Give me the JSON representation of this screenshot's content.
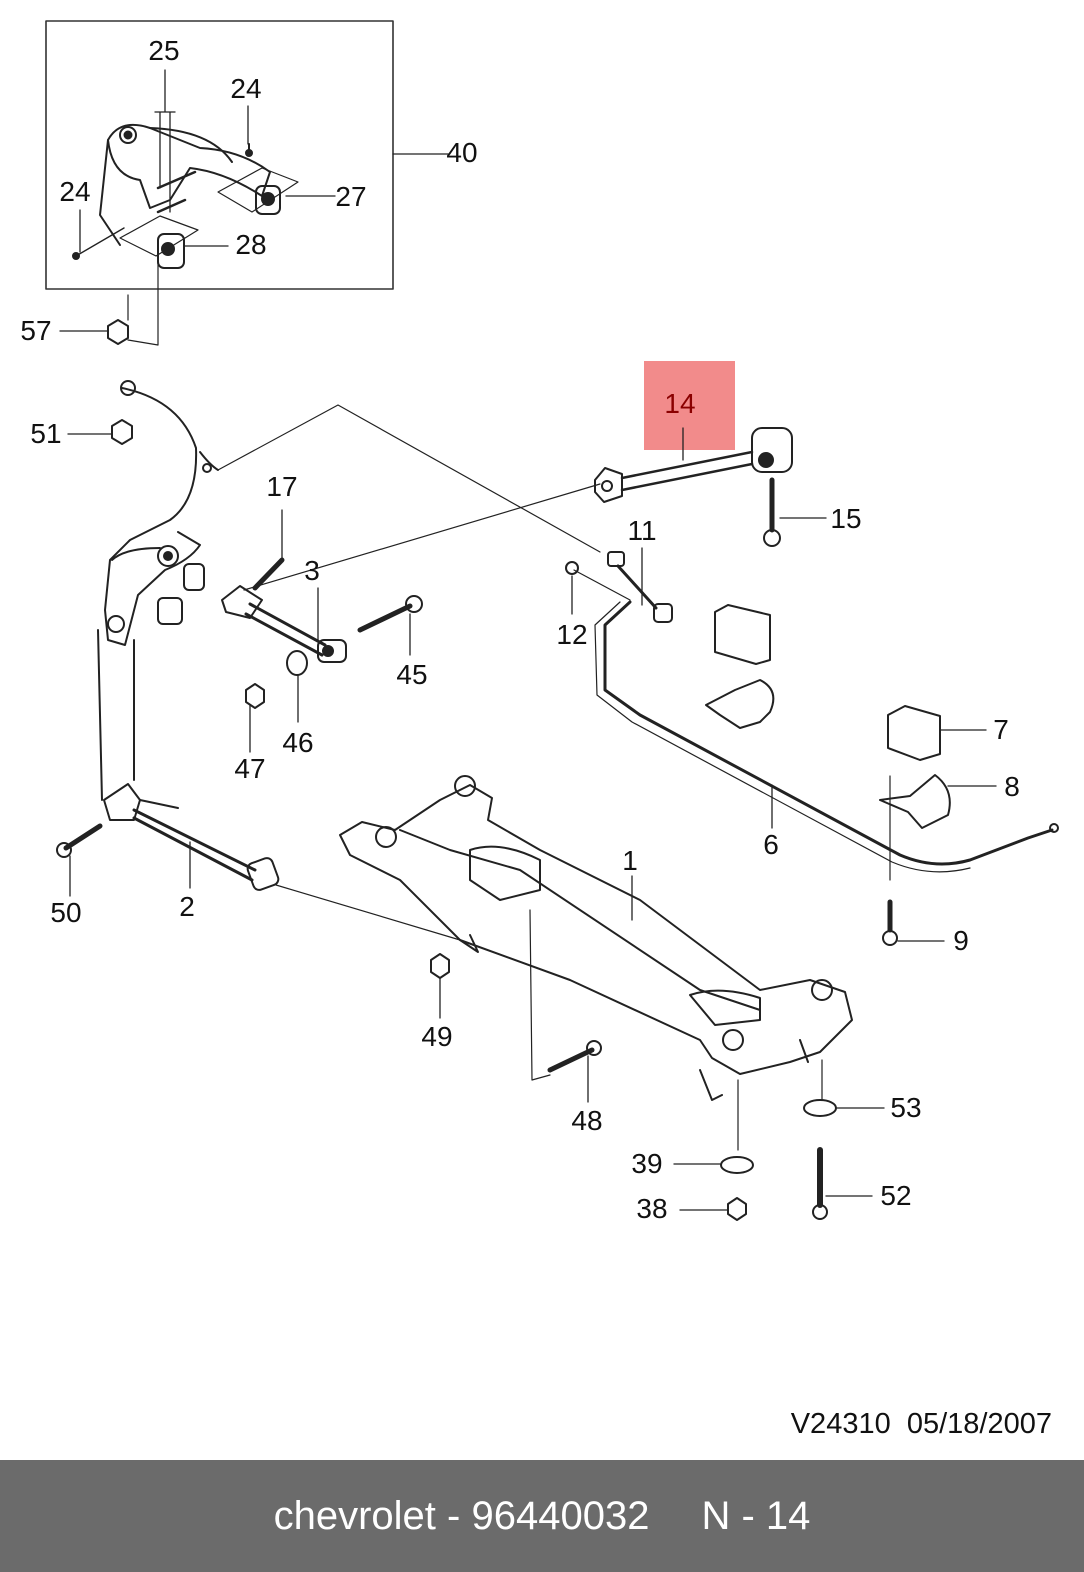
{
  "diagram": {
    "reference_code": "V24310",
    "date": "05/18/2007",
    "highlight_color": "#f28b8b",
    "callouts": [
      {
        "id": "c25",
        "label": "25"
      },
      {
        "id": "c24a",
        "label": "24"
      },
      {
        "id": "c24b",
        "label": "24"
      },
      {
        "id": "c40",
        "label": "40"
      },
      {
        "id": "c27",
        "label": "27"
      },
      {
        "id": "c28",
        "label": "28"
      },
      {
        "id": "c57",
        "label": "57"
      },
      {
        "id": "c51",
        "label": "51"
      },
      {
        "id": "c14",
        "label": "14"
      },
      {
        "id": "c15",
        "label": "15"
      },
      {
        "id": "c17",
        "label": "17"
      },
      {
        "id": "c3",
        "label": "3"
      },
      {
        "id": "c11",
        "label": "11"
      },
      {
        "id": "c12",
        "label": "12"
      },
      {
        "id": "c45",
        "label": "45"
      },
      {
        "id": "c46",
        "label": "46"
      },
      {
        "id": "c47",
        "label": "47"
      },
      {
        "id": "c7",
        "label": "7"
      },
      {
        "id": "c8",
        "label": "8"
      },
      {
        "id": "c6",
        "label": "6"
      },
      {
        "id": "c1",
        "label": "1"
      },
      {
        "id": "c50",
        "label": "50"
      },
      {
        "id": "c2",
        "label": "2"
      },
      {
        "id": "c9",
        "label": "9"
      },
      {
        "id": "c49",
        "label": "49"
      },
      {
        "id": "c48",
        "label": "48"
      },
      {
        "id": "c53",
        "label": "53"
      },
      {
        "id": "c39",
        "label": "39"
      },
      {
        "id": "c52",
        "label": "52"
      },
      {
        "id": "c38",
        "label": "38"
      }
    ]
  },
  "footer": {
    "brand": "chevrolet",
    "separator": "-",
    "part_number": "96440032",
    "page_ref": "N - 14",
    "background": "#6b6b6b"
  }
}
